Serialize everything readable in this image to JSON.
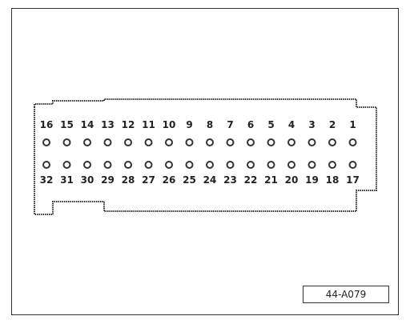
{
  "connector": {
    "top_row_pins": [
      "16",
      "15",
      "14",
      "13",
      "12",
      "11",
      "10",
      "9",
      "8",
      "7",
      "6",
      "5",
      "4",
      "3",
      "2",
      "1"
    ],
    "bottom_row_pins": [
      "32",
      "31",
      "30",
      "29",
      "28",
      "27",
      "26",
      "25",
      "24",
      "23",
      "22",
      "21",
      "20",
      "19",
      "18",
      "17"
    ]
  },
  "reference_code": "44-A079"
}
